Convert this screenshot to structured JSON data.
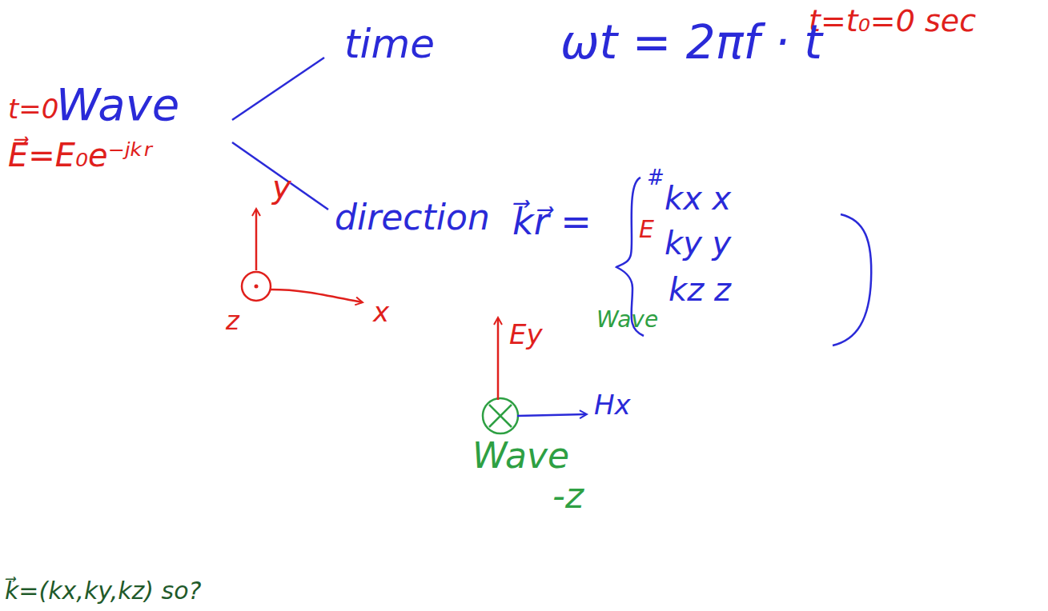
{
  "diagram": {
    "labels": [
      "t=t₀=0 sec",
      "t=0",
      "Wave",
      "E⃗=E₀e⁻ʲᵏʳ",
      "time",
      "ωt = 2πf · t",
      "direction",
      "k⃗r⃗ =",
      "#",
      "kx x",
      "E",
      "ky y",
      "kz z",
      "Wave",
      "y",
      "z",
      "x",
      "Ey",
      "Hx",
      "Wave",
      "-z",
      "k⃗=(kx,ky,kz) so?"
    ]
  }
}
